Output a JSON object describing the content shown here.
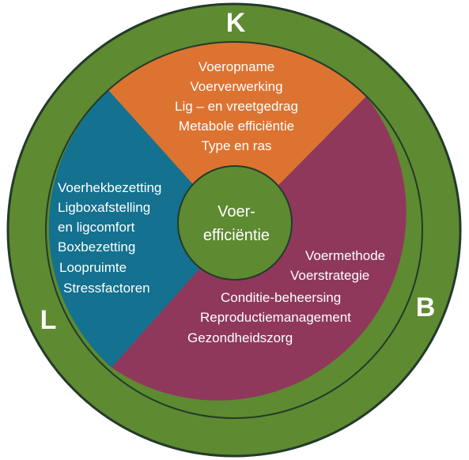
{
  "colors": {
    "ring": "#5e8a31",
    "ring_border": "#233a2a",
    "top": "#dd7331",
    "left": "#14718f",
    "right": "#8f385c",
    "center": "#5e8a31",
    "text": "#ffffff"
  },
  "letters": {
    "top": "K",
    "left": "L",
    "right": "B"
  },
  "segments": {
    "top": [
      "Voeropname",
      "Voerverwerking",
      "Lig – en vreetgedrag",
      "Metabole efficiëntie",
      "Type en ras"
    ],
    "left": [
      "Voerhekbezetting",
      "Ligboxafstelling",
      "en ligcomfort",
      "Boxbezetting",
      "Loopruimte",
      "Stressfactoren"
    ],
    "right_upper": [
      "Voermethode",
      "Voerstrategie"
    ],
    "right_lower": [
      "Conditie-beheersing",
      "Reproductiemanagement",
      "Gezondheidszorg"
    ]
  },
  "center": {
    "line1": "Voer-",
    "line2": "efficiëntie"
  }
}
